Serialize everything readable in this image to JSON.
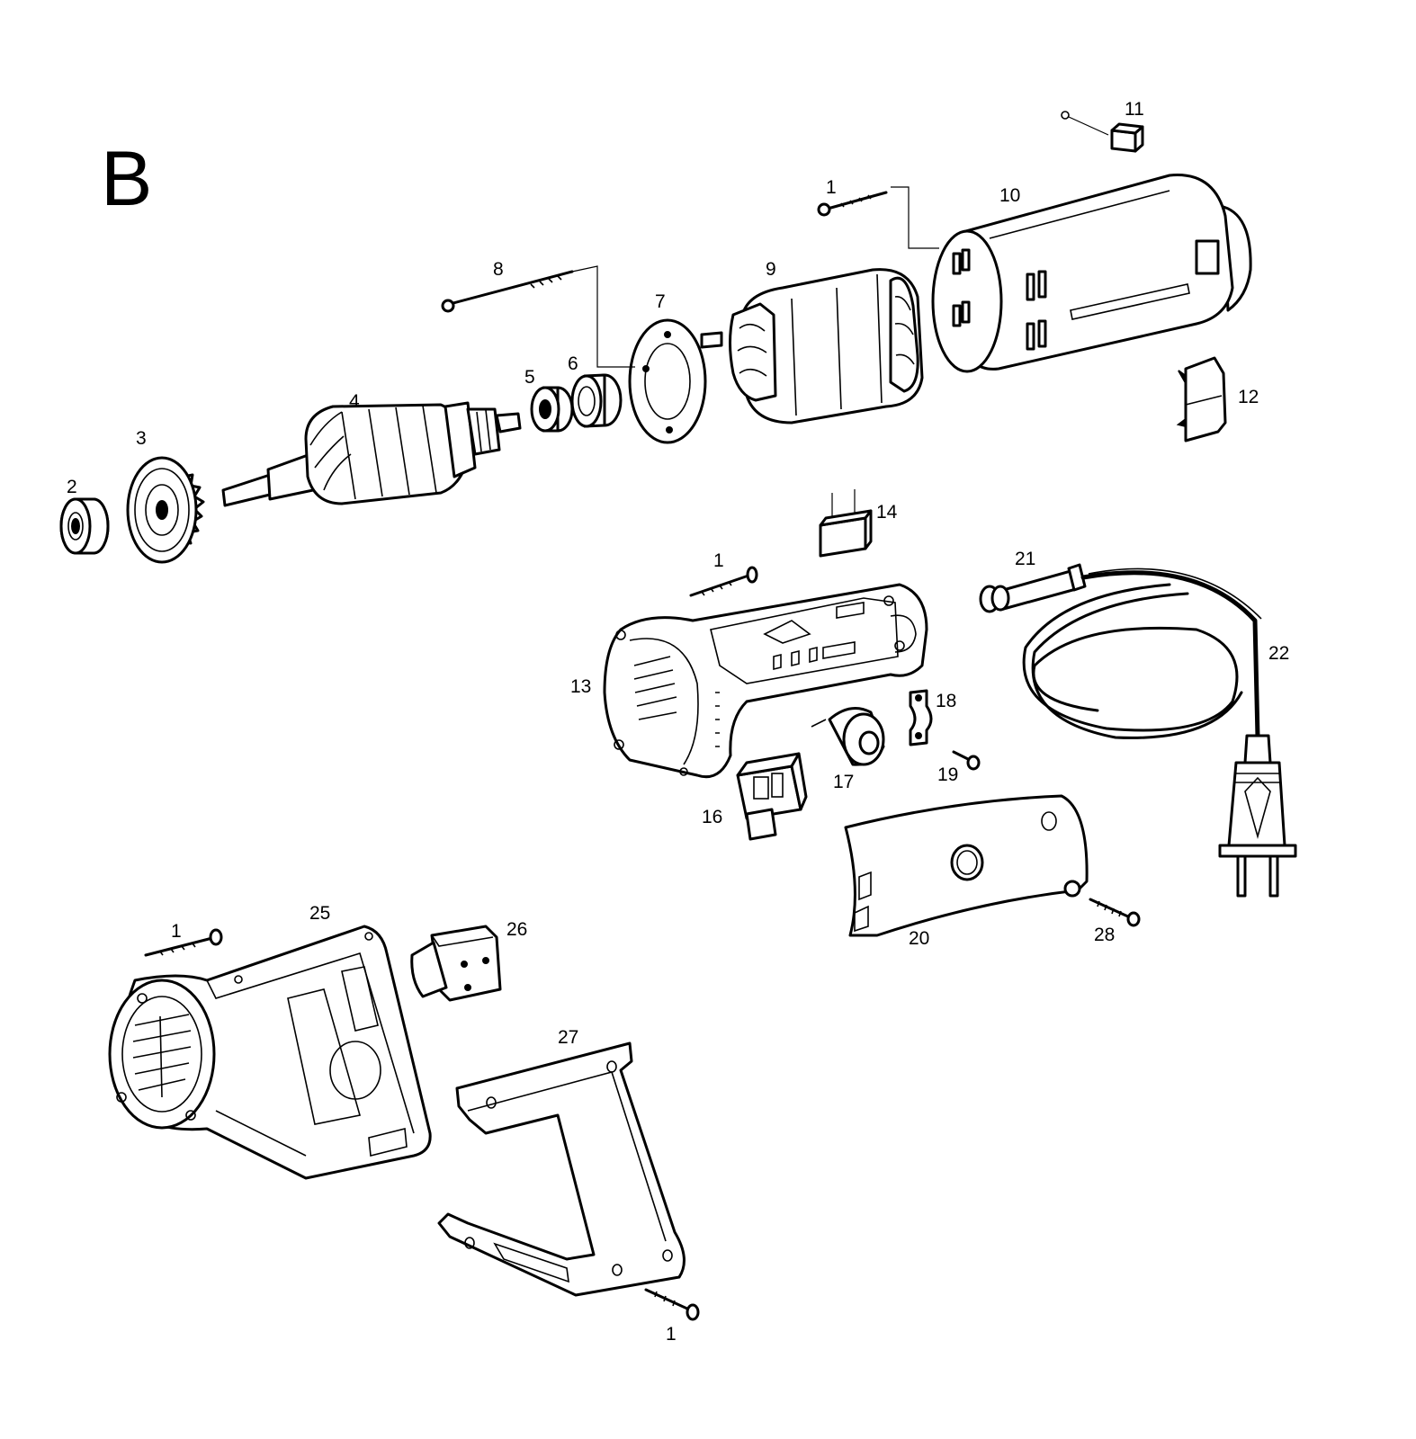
{
  "section_letter": "B",
  "labels": {
    "screw_top": "1",
    "screw_handle": "1",
    "screw_left": "1",
    "screw_bottom": "1",
    "bearing_2": "2",
    "gear_3": "3",
    "armature_4": "4",
    "bearing_5": "5",
    "bearing_6": "6",
    "plate_7": "7",
    "rod_8": "8",
    "stator_9": "9",
    "housing_10": "10",
    "brush_11": "11",
    "cap_12": "12",
    "handle_13": "13",
    "capacitor_14": "14",
    "switch_16": "16",
    "knob_17": "17",
    "clamp_18": "18",
    "screw_19": "19",
    "cover_20": "20",
    "sleeve_21": "21",
    "cable_22": "22",
    "shell_25": "25",
    "button_26": "26",
    "grip_27": "27",
    "screw_28": "28"
  }
}
